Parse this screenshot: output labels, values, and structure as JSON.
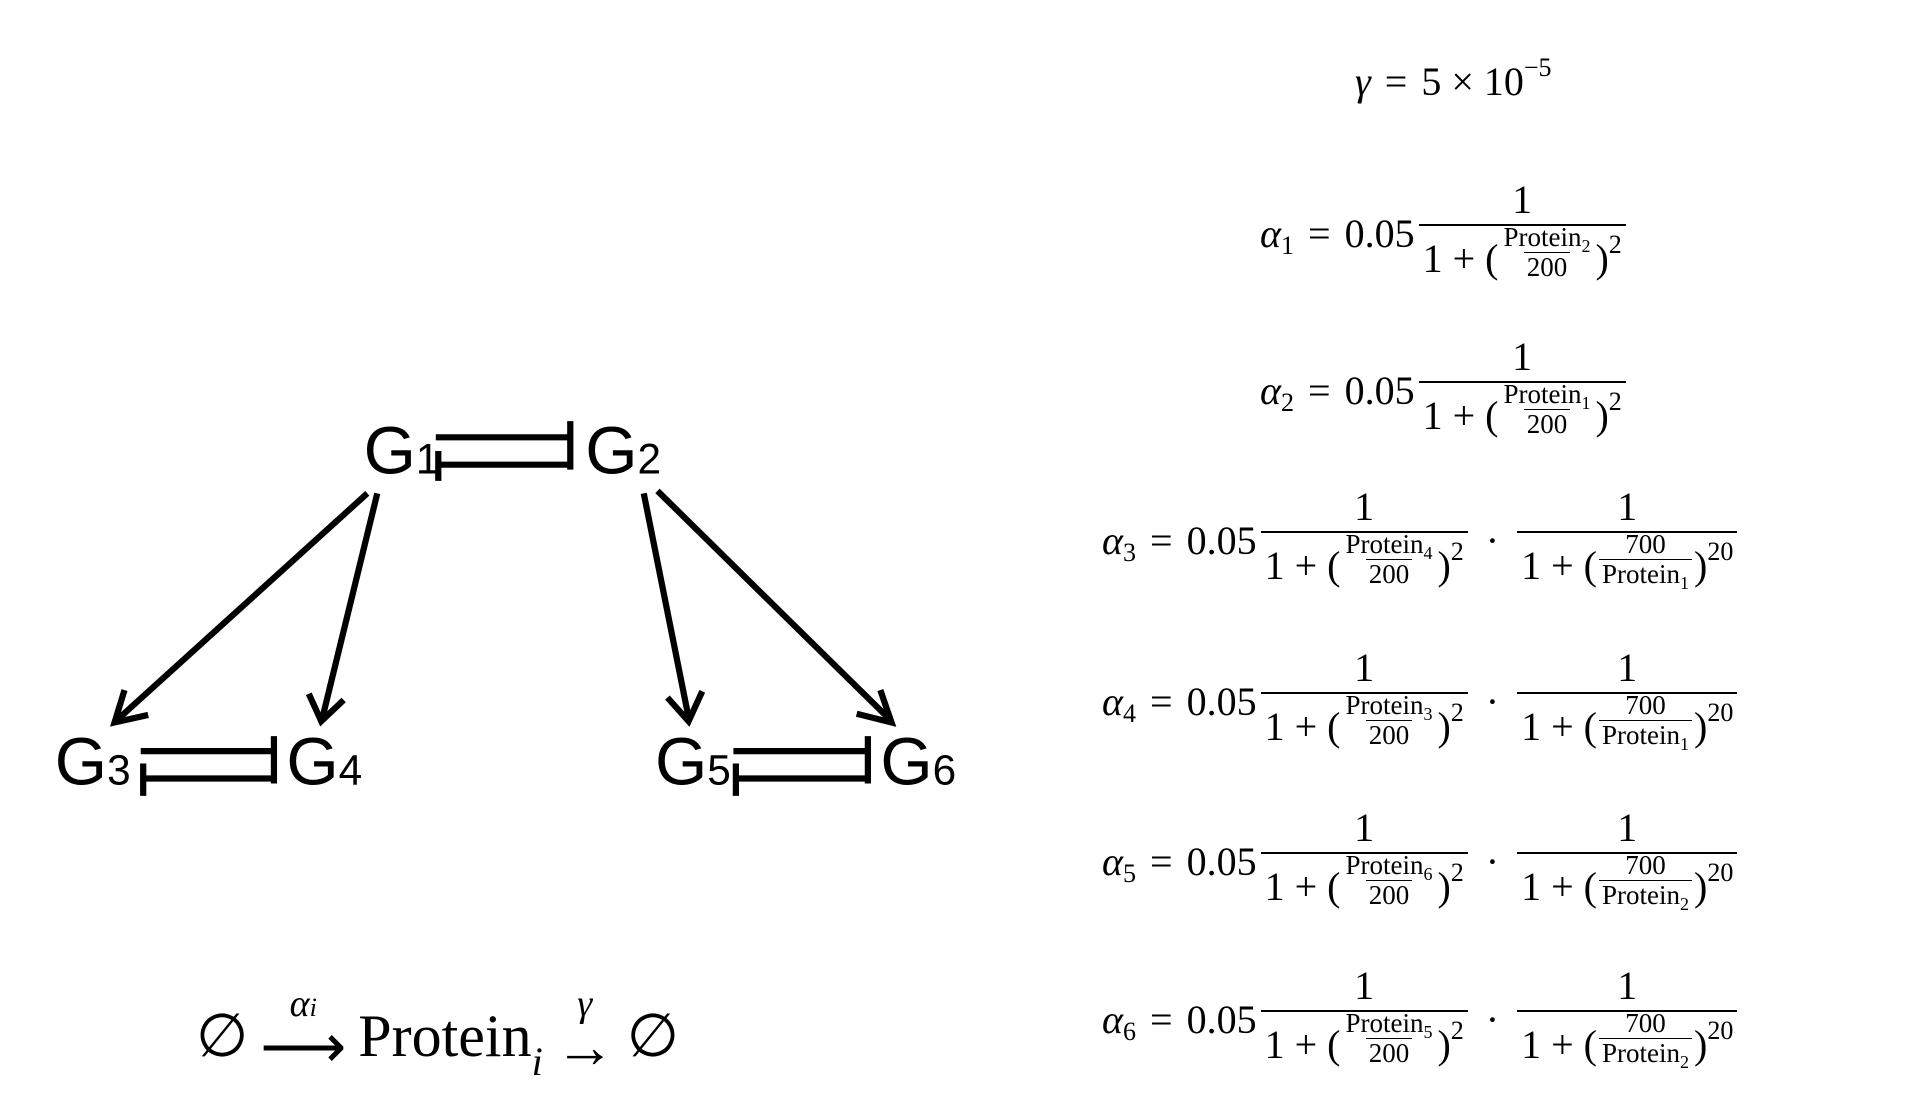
{
  "diagram": {
    "nodes": [
      {
        "letter": "G",
        "sub": "1"
      },
      {
        "letter": "G",
        "sub": "2"
      },
      {
        "letter": "G",
        "sub": "3"
      },
      {
        "letter": "G",
        "sub": "4"
      },
      {
        "letter": "G",
        "sub": "5"
      },
      {
        "letter": "G",
        "sub": "6"
      }
    ],
    "edges": [
      {
        "from": "G1",
        "to": "G2",
        "type": "inhibition"
      },
      {
        "from": "G2",
        "to": "G1",
        "type": "inhibition"
      },
      {
        "from": "G3",
        "to": "G4",
        "type": "inhibition"
      },
      {
        "from": "G4",
        "to": "G3",
        "type": "inhibition"
      },
      {
        "from": "G5",
        "to": "G6",
        "type": "inhibition"
      },
      {
        "from": "G6",
        "to": "G5",
        "type": "inhibition"
      },
      {
        "from": "G1",
        "to": "G3",
        "type": "activation"
      },
      {
        "from": "G1",
        "to": "G4",
        "type": "activation"
      },
      {
        "from": "G2",
        "to": "G5",
        "type": "activation"
      },
      {
        "from": "G2",
        "to": "G6",
        "type": "activation"
      }
    ]
  },
  "reaction": {
    "empty_left": "∅",
    "rate_in": "α",
    "rate_in_sub": "i",
    "arrow": "⟶",
    "species": "Protein",
    "species_sub": "i",
    "rate_out": "γ",
    "arrow2": "→",
    "empty_right": "∅"
  },
  "gamma": {
    "lhs": "γ",
    "eq": "=",
    "base": "5 × 10",
    "exp": "−5"
  },
  "equations": [
    {
      "lhs": "α",
      "sub": "1",
      "eq": "=",
      "coef": "0.05",
      "factors": [
        {
          "num": "1",
          "one_plus": "1 + ",
          "open": "(",
          "n": "Protein",
          "n_sub": "2",
          "d": "200",
          "d_sub": "",
          "close": ")",
          "exp": "2"
        }
      ]
    },
    {
      "lhs": "α",
      "sub": "2",
      "eq": "=",
      "coef": "0.05",
      "factors": [
        {
          "num": "1",
          "one_plus": "1 + ",
          "open": "(",
          "n": "Protein",
          "n_sub": "1",
          "d": "200",
          "d_sub": "",
          "close": ")",
          "exp": "2"
        }
      ]
    },
    {
      "lhs": "α",
      "sub": "3",
      "eq": "=",
      "coef": "0.05",
      "dot": "·",
      "factors": [
        {
          "num": "1",
          "one_plus": "1 + ",
          "open": "(",
          "n": "Protein",
          "n_sub": "4",
          "d": "200",
          "d_sub": "",
          "close": ")",
          "exp": "2"
        },
        {
          "num": "1",
          "one_plus": "1 + ",
          "open": "(",
          "n": "700",
          "n_sub": "",
          "d": "Protein",
          "d_sub": "1",
          "close": ")",
          "exp": "20"
        }
      ]
    },
    {
      "lhs": "α",
      "sub": "4",
      "eq": "=",
      "coef": "0.05",
      "dot": "·",
      "factors": [
        {
          "num": "1",
          "one_plus": "1 + ",
          "open": "(",
          "n": "Protein",
          "n_sub": "3",
          "d": "200",
          "d_sub": "",
          "close": ")",
          "exp": "2"
        },
        {
          "num": "1",
          "one_plus": "1 + ",
          "open": "(",
          "n": "700",
          "n_sub": "",
          "d": "Protein",
          "d_sub": "1",
          "close": ")",
          "exp": "20"
        }
      ]
    },
    {
      "lhs": "α",
      "sub": "5",
      "eq": "=",
      "coef": "0.05",
      "dot": "·",
      "factors": [
        {
          "num": "1",
          "one_plus": "1 + ",
          "open": "(",
          "n": "Protein",
          "n_sub": "6",
          "d": "200",
          "d_sub": "",
          "close": ")",
          "exp": "2"
        },
        {
          "num": "1",
          "one_plus": "1 + ",
          "open": "(",
          "n": "700",
          "n_sub": "",
          "d": "Protein",
          "d_sub": "2",
          "close": ")",
          "exp": "20"
        }
      ]
    },
    {
      "lhs": "α",
      "sub": "6",
      "eq": "=",
      "coef": "0.05",
      "dot": "·",
      "factors": [
        {
          "num": "1",
          "one_plus": "1 + ",
          "open": "(",
          "n": "Protein",
          "n_sub": "5",
          "d": "200",
          "d_sub": "",
          "close": ")",
          "exp": "2"
        },
        {
          "num": "1",
          "one_plus": "1 + ",
          "open": "(",
          "n": "700",
          "n_sub": "",
          "d": "Protein",
          "d_sub": "2",
          "close": ")",
          "exp": "20"
        }
      ]
    }
  ]
}
